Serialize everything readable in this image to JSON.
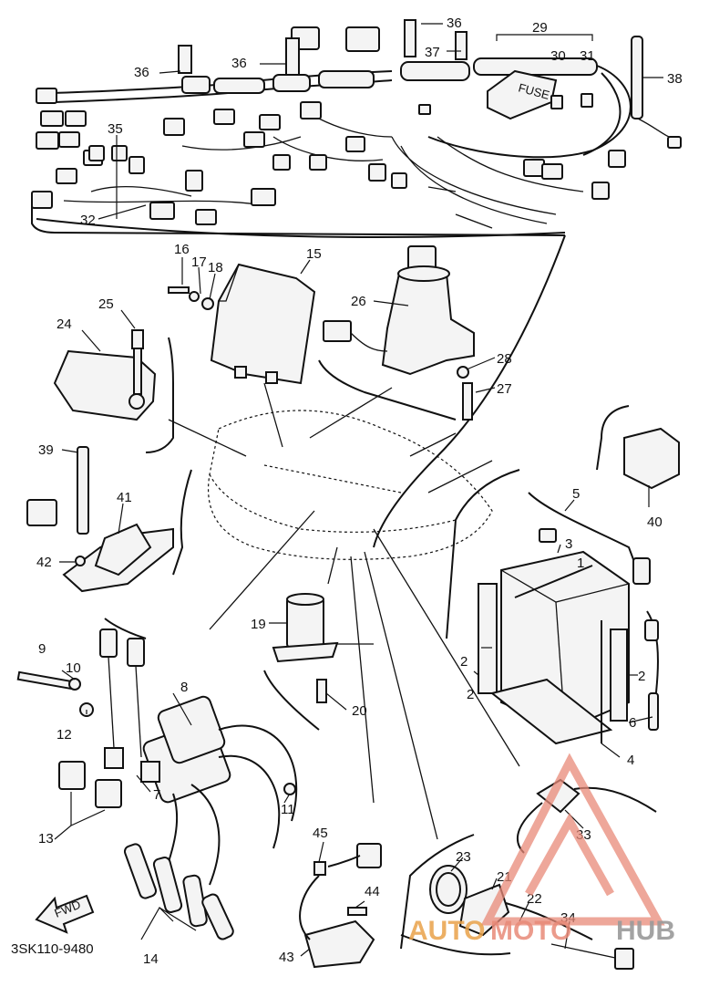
{
  "diagram": {
    "catalog_code": "3SK110-9480",
    "fwd_label": "FWD",
    "fuse_label": "FUSE",
    "callouts": [
      "1",
      "2",
      "3",
      "4",
      "5",
      "6",
      "7",
      "8",
      "9",
      "10",
      "11",
      "12",
      "13",
      "14",
      "15",
      "16",
      "17",
      "18",
      "19",
      "20",
      "21",
      "22",
      "23",
      "24",
      "25",
      "26",
      "27",
      "28",
      "29",
      "30",
      "31",
      "32",
      "33",
      "34",
      "35",
      "36",
      "37",
      "38",
      "39",
      "40",
      "41",
      "42",
      "43",
      "44",
      "45"
    ]
  },
  "watermark": {
    "text_a": "AUTO",
    "text_b": "MOTO",
    "text_c": "HUB"
  }
}
